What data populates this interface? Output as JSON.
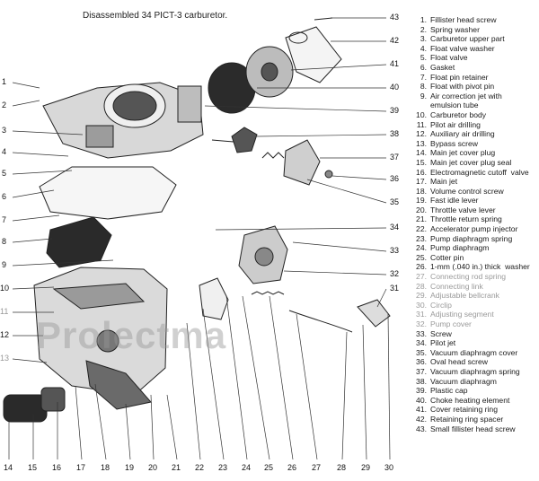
{
  "title": "Disassembled 34 PICT-3 carburetor.",
  "watermark": "Prolectma",
  "legend": [
    {
      "n": "1.",
      "t": "Fillister head screw"
    },
    {
      "n": "2.",
      "t": "Spring washer"
    },
    {
      "n": "3.",
      "t": "Carburetor upper part"
    },
    {
      "n": "4.",
      "t": "Float valve washer"
    },
    {
      "n": "5.",
      "t": "Float valve"
    },
    {
      "n": "6.",
      "t": "Gasket"
    },
    {
      "n": "7.",
      "t": "Float pin retainer"
    },
    {
      "n": "8.",
      "t": "Float with pivot pin"
    },
    {
      "n": "9.",
      "t": "Air correction jet with"
    },
    {
      "n": "",
      "t": "emulsion tube"
    },
    {
      "n": "10.",
      "t": "Carburetor body"
    },
    {
      "n": "11.",
      "t": "Pilot air drilling"
    },
    {
      "n": "12.",
      "t": "Auxiliary air drilling"
    },
    {
      "n": "13.",
      "t": "Bypass screw"
    },
    {
      "n": "14.",
      "t": "Main jet cover plug"
    },
    {
      "n": "15.",
      "t": "Main jet cover plug seal"
    },
    {
      "n": "16.",
      "t": "Electromagnetic cutoff  valve"
    },
    {
      "n": "17.",
      "t": "Main jet"
    },
    {
      "n": "18.",
      "t": "Volume control screw"
    },
    {
      "n": "19.",
      "t": "Fast idle lever"
    },
    {
      "n": "20.",
      "t": "Throttle valve lever"
    },
    {
      "n": "21.",
      "t": "Throttle return spring"
    },
    {
      "n": "22.",
      "t": "Accelerator pump injector"
    },
    {
      "n": "23.",
      "t": "Pump diaphragm spring"
    },
    {
      "n": "24.",
      "t": "Pump diaphragm"
    },
    {
      "n": "25.",
      "t": "Cotter pin"
    },
    {
      "n": "26.",
      "t": "1-mm (.040 in.) thick  washer"
    },
    {
      "n": "27.",
      "t": "Connecting rod spring",
      "faded": true
    },
    {
      "n": "28.",
      "t": "Connecting link",
      "faded": true
    },
    {
      "n": "29.",
      "t": "Adjustable bellcrank",
      "faded": true
    },
    {
      "n": "30.",
      "t": "Circlip",
      "faded": true
    },
    {
      "n": "31.",
      "t": "Adjusting segment",
      "faded": true
    },
    {
      "n": "32.",
      "t": "Pump cover",
      "faded": true
    },
    {
      "n": "33.",
      "t": "Screw"
    },
    {
      "n": "34.",
      "t": "Pilot jet"
    },
    {
      "n": "35.",
      "t": "Vacuum diaphragm cover"
    },
    {
      "n": "36.",
      "t": "Oval head screw"
    },
    {
      "n": "37.",
      "t": "Vacuum diaphragm spring"
    },
    {
      "n": "38.",
      "t": "Vacuum diaphragm"
    },
    {
      "n": "39.",
      "t": "Plastic cap"
    },
    {
      "n": "40.",
      "t": "Choke heating element"
    },
    {
      "n": "41.",
      "t": "Cover retaining ring"
    },
    {
      "n": "42.",
      "t": "Retaining ring spacer"
    },
    {
      "n": "43.",
      "t": "Small fillister head screw"
    }
  ],
  "callouts": {
    "left": [
      "1",
      "2",
      "3",
      "4",
      "5",
      "6",
      "7",
      "8",
      "9",
      "10",
      "11",
      "12",
      "13"
    ],
    "bottom": [
      "14",
      "15",
      "16",
      "17",
      "18",
      "19",
      "20",
      "21",
      "22",
      "23",
      "24",
      "25",
      "26",
      "27",
      "28",
      "29",
      "30"
    ],
    "right": [
      "43",
      "42",
      "41",
      "40",
      "39",
      "38",
      "37",
      "36",
      "35",
      "34",
      "33",
      "32",
      "31"
    ]
  }
}
